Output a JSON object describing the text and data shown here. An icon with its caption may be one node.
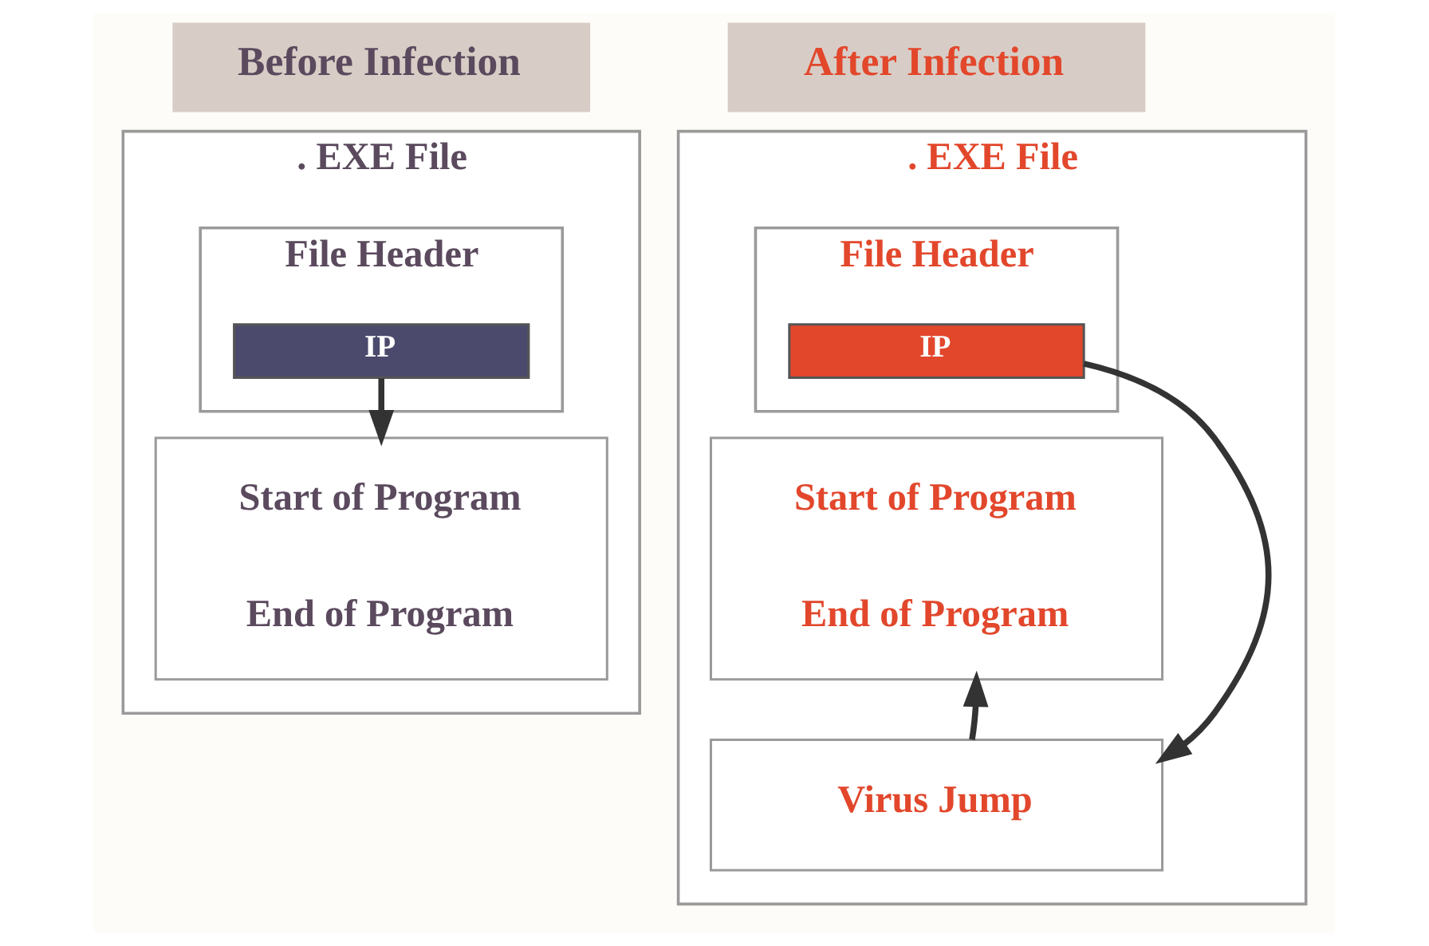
{
  "diagram": {
    "nodes": [
      {
        "text": [
          "Before Infection"
        ]
      },
      {
        "text": [
          ". EXE File"
        ]
      },
      {
        "text": [
          "File Header"
        ],
        "in": 1
      },
      {
        "text": [
          "IP"
        ],
        "in": 2
      },
      {
        "text": [
          "Start of Program",
          "End of Program"
        ],
        "in": 1
      },
      {
        "text": [
          "After Infection"
        ]
      },
      {
        "text": [
          ". EXE File"
        ]
      },
      {
        "text": [
          "File Header"
        ],
        "in": 6
      },
      {
        "text": [
          "IP"
        ],
        "in": 7
      },
      {
        "text": [
          "Start of Program",
          "End of Program"
        ],
        "in": 6
      },
      {
        "text": [
          "Virus Jump"
        ],
        "in": 6
      }
    ],
    "edges": [
      {
        "from": 3,
        "to": 4,
        "arrow": "to"
      },
      {
        "from": 8,
        "to": 10,
        "arrow": "to"
      },
      {
        "from": 10,
        "to": 9,
        "arrow": "to"
      }
    ]
  }
}
